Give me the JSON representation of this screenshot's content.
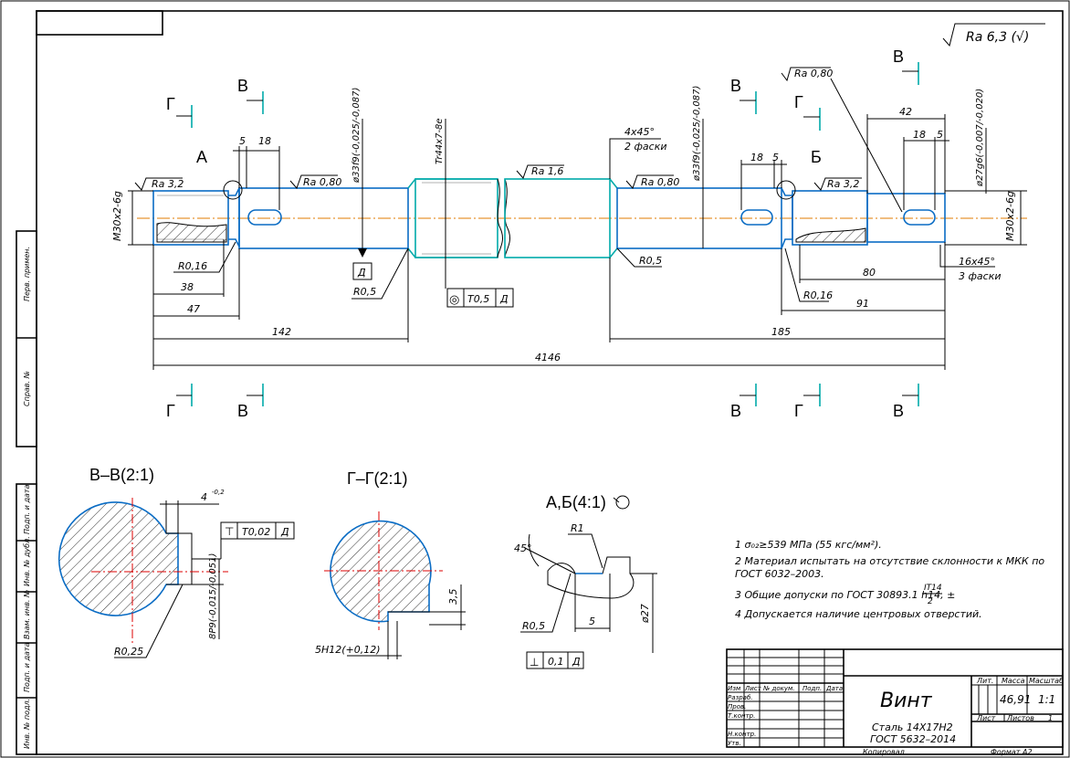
{
  "roughness_general": "Ra 6,3 (√)",
  "sections": {
    "a1": "А",
    "b1": "Б",
    "v": "В",
    "g": "Г"
  },
  "main_view": {
    "ra": [
      "Ra 3,2",
      "Ra 0,80",
      "Ra 1,6",
      "Ra 0,80",
      "Ra 3,2",
      "Ra 0,80"
    ],
    "threads": {
      "left": "M30x2-6g",
      "right": "M30x2-6g",
      "trap": "Tr44x7-8e"
    },
    "diameters": {
      "d1": "ø33f9(-0,025/-0,087)",
      "d2": "ø33f9(-0,025/-0,087)",
      "d3": "ø27g6(-0,007/-0,020)"
    },
    "chamfers": {
      "c1": "4x45°",
      "c1n": "2 фаски",
      "c2": "16x45°",
      "c2n": "3 фаски"
    },
    "dims": [
      "5",
      "18",
      "18",
      "5",
      "42",
      "18",
      "5",
      "38",
      "47",
      "142",
      "4146",
      "185",
      "80",
      "91"
    ],
    "radii": [
      "R0,16",
      "R0,5",
      "R0,5",
      "R0,16"
    ],
    "datum": "Д",
    "tolerance_frame": {
      "symbol": "◎",
      "value": "T0,5",
      "datum": "Д"
    }
  },
  "section_vv": {
    "title": "В–В(2:1)",
    "dim_top": "4",
    "dim_top_tol": "-0,2",
    "tol_frame": {
      "symbol": "⊤",
      "value": "T0,02",
      "datum": "Д"
    },
    "fit": "8P9(-0,015/-0,051)",
    "radius": "R0,25"
  },
  "section_gg": {
    "title": "Г–Г(2:1)",
    "dim_side": "3,5",
    "fit": "5H12(+0,12)"
  },
  "detail_ab": {
    "title": "А,Б(4:1)",
    "angle": "45°",
    "r1": "R1",
    "r2": "R0,5",
    "dim_5": "5",
    "dia": "ø27",
    "tol_frame": {
      "symbol": "⊥",
      "value": "0,1",
      "datum": "Д"
    }
  },
  "notes": [
    "1 σ₀₂≥539 МПа (55 кгс/мм²).",
    "2 Материал испытать на отсутствие склонности к МКК по",
    "ГОСТ 6032–2003.",
    "3 Общие допуски по ГОСТ 30893.1 h14, ±",
    "4 Допускается наличие центровых отверстий."
  ],
  "note3_frac": {
    "num": "IT14",
    "den": "2"
  },
  "left_strip": [
    "Перв. примен.",
    "Справ. №",
    "Подп. и дата",
    "Инв. № дубл.",
    "Взам. инв. №",
    "Подп. и дата",
    "Инв. № подл."
  ],
  "title_block": {
    "name": "Винт",
    "material_1": "Сталь 14Х17Н2",
    "material_2": "ГОСТ 5632–2014",
    "headers": [
      "Изм",
      "Лист",
      "№ докум.",
      "Подп.",
      "Дата"
    ],
    "roles": [
      "Разраб.",
      "Пров.",
      "Т.контр.",
      "",
      "Н.контр.",
      "Утв."
    ],
    "lit": "Лит.",
    "mass_label": "Масса",
    "scale_label": "Масштаб",
    "mass": "46,91",
    "scale": "1:1",
    "sheet_label": "Лист",
    "sheets_label": "Листов",
    "sheets": "1",
    "copied": "Копировал",
    "format": "Формат А2"
  }
}
